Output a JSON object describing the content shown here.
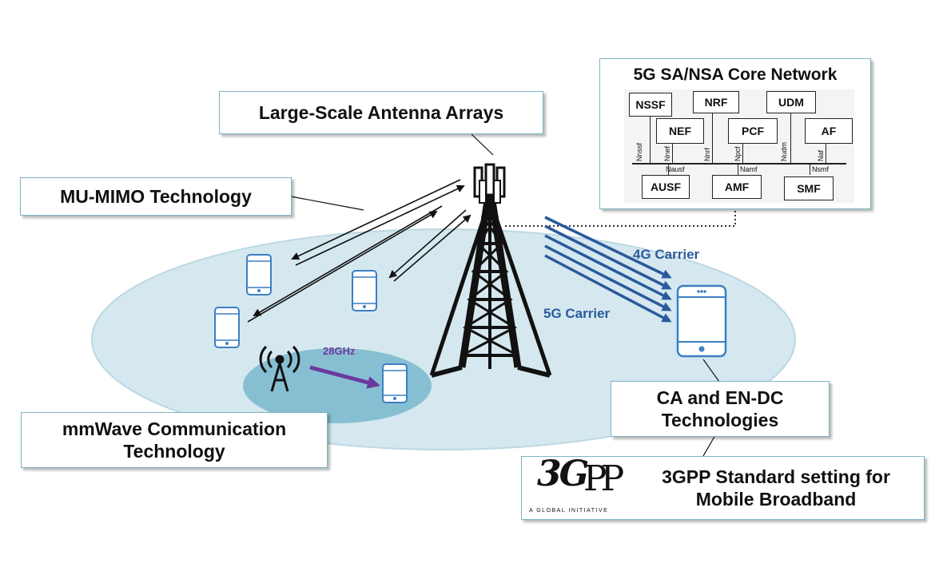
{
  "labels": {
    "antenna": "Large-Scale Antenna Arrays",
    "mimo": "MU-MIMO Technology",
    "mmwave_line1": "mmWave Communication",
    "mmwave_line2": "Technology",
    "ca_line1": "CA and EN-DC",
    "ca_line2": "Technologies",
    "gpp_line1": "3GPP Standard setting for",
    "gpp_line2": "Mobile Broadband"
  },
  "carriers": {
    "c4g": "4G Carrier",
    "c5g": "5G Carrier",
    "mmwave_freq": "28GHz"
  },
  "core_network": {
    "title": "5G SA/NSA Core Network",
    "functions": {
      "nssf": "NSSF",
      "nrf": "NRF",
      "udm": "UDM",
      "nef": "NEF",
      "pcf": "PCF",
      "af": "AF",
      "ausf": "AUSF",
      "amf": "AMF",
      "smf": "SMF"
    },
    "interfaces": {
      "nnssf": "Nnssf",
      "nnef": "Nnef",
      "nnrf": "Nnrf",
      "npcf": "Npcf",
      "nudm": "Nudm",
      "naf": "Naf",
      "nausf": "Nausf",
      "namf": "Namf",
      "nsmf": "Nsmf"
    }
  },
  "logo": {
    "mark_a": "3G",
    "mark_b": "PP",
    "tagline": "A GLOBAL INITIATIVE"
  },
  "colors": {
    "ellipse": "#d5e8ef",
    "ellipse_stroke": "#bcd8e2",
    "mmwave_zone": "#87bfd2",
    "carrier_blue": "#2a5a9c",
    "mmwave_purple": "#6a3a9e",
    "phone_blue": "#3b7fc4"
  }
}
